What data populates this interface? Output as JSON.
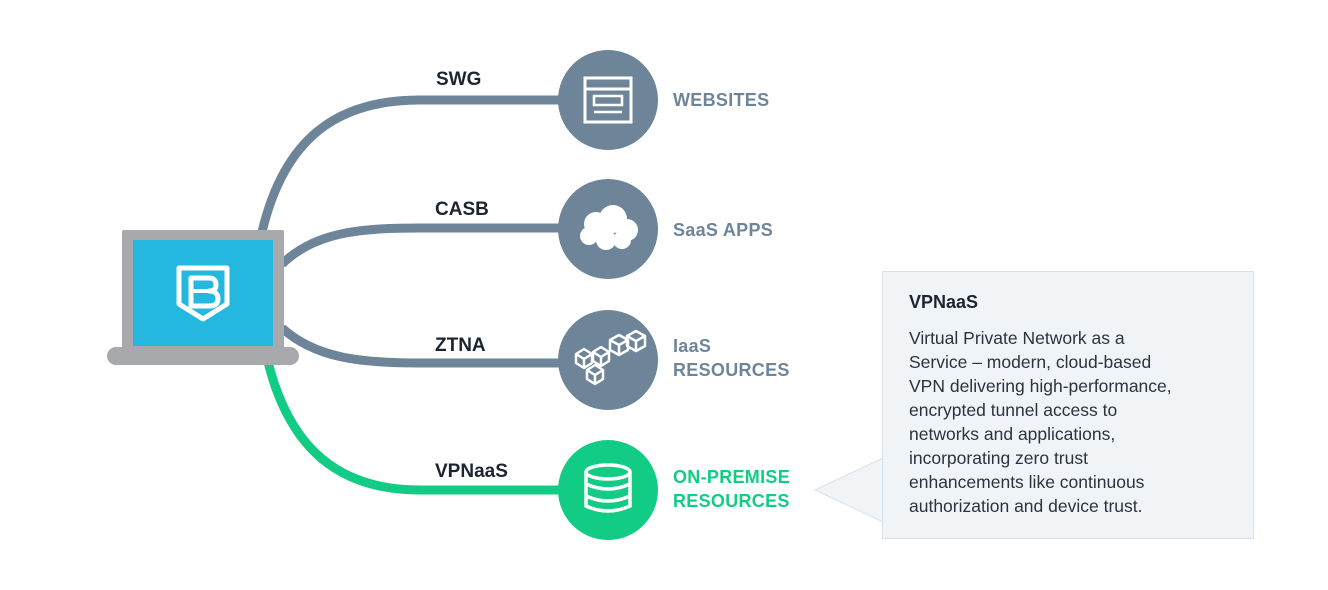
{
  "colors": {
    "gray_line": "#6e8599",
    "gray_node": "#6e8599",
    "green_line": "#12cc85",
    "green_node": "#12cc85",
    "screen": "#24b8e0",
    "laptop_frame": "#a7a9ac",
    "label_gray": "#6e8599",
    "label_green": "#12cc85",
    "callout_bg": "#f1f4f7"
  },
  "device": {
    "icon": "laptop-icon",
    "logo": "shield-b-logo-icon"
  },
  "connections": [
    {
      "label": "SWG",
      "icon": "browser-window-icon",
      "node_label_1": "WEBSITES",
      "node_label_2": "",
      "color": "gray"
    },
    {
      "label": "CASB",
      "icon": "cloud-icon",
      "node_label_1": "SaaS APPS",
      "node_label_2": "",
      "color": "gray"
    },
    {
      "label": "ZTNA",
      "icon": "cubes-icon",
      "node_label_1": "IaaS",
      "node_label_2": "RESOURCES",
      "color": "gray"
    },
    {
      "label": "VPNaaS",
      "icon": "database-icon",
      "node_label_1": "ON-PREMISE",
      "node_label_2": "RESOURCES",
      "color": "green"
    }
  ],
  "callout": {
    "title": "VPNaaS",
    "lines": [
      "Virtual Private Network as a",
      "Service – modern, cloud-based",
      "VPN delivering high-performance,",
      "encrypted tunnel access to",
      "networks and applications,",
      "incorporating zero trust",
      "enhancements like continuous",
      "authorization and device trust."
    ]
  }
}
